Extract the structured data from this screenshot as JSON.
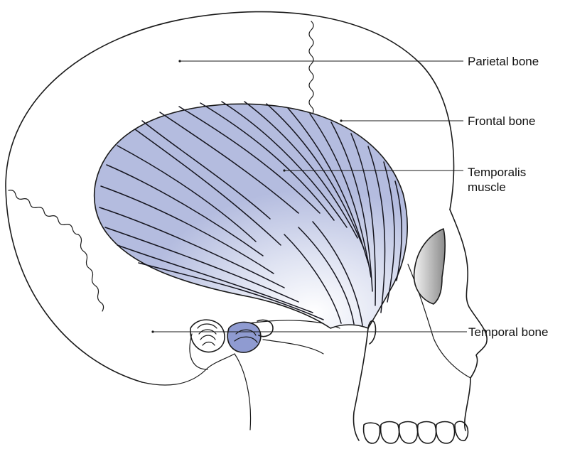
{
  "labels": {
    "parietal_bone": "Parietal bone",
    "frontal_bone": "Frontal bone",
    "temporalis_line1": "Temporalis",
    "temporalis_line2": "muscle",
    "temporal_bone": "Temporal bone"
  },
  "colors": {
    "muscle_fill": "#b4bcdf",
    "muscle_highlight": "#ffffff",
    "joint_fill": "#8f9bd1",
    "outline": "#1a1a1a",
    "background": "#ffffff"
  }
}
